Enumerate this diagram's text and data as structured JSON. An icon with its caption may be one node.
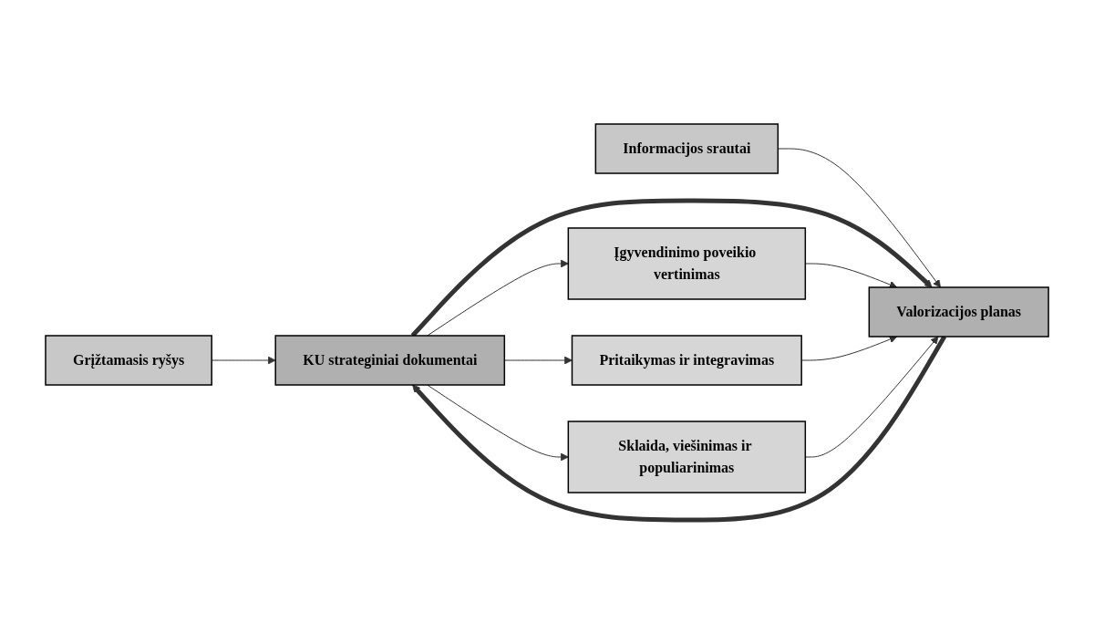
{
  "diagram": {
    "nodes": [
      {
        "text": [
          "Grįžtamasis ryšys"
        ]
      },
      {
        "text": [
          "Informacijos srautai"
        ]
      },
      {
        "text": [
          "KU strateginiai dokumentai"
        ]
      },
      {
        "text": [
          "Įgyvendinimo poveikio vertinimas"
        ]
      },
      {
        "text": [
          "Pritaikymas ir integravimas"
        ]
      },
      {
        "text": [
          "Sklaida, viešinimas ir populiarinimas"
        ]
      },
      {
        "text": [
          "Valorizacijos planas"
        ]
      }
    ],
    "edges": [
      {
        "from": 0,
        "to": 2,
        "arrow": "to"
      },
      {
        "from": 6,
        "to": 2,
        "arrow": "to",
        "style": "thick"
      },
      {
        "from": 1,
        "to": 6,
        "arrow": "to"
      },
      {
        "from": 2,
        "to": 6,
        "arrow": "to",
        "style": "thick"
      },
      {
        "from": 2,
        "to": 3,
        "arrow": "to"
      },
      {
        "from": 2,
        "to": 4,
        "arrow": "to"
      },
      {
        "from": 2,
        "to": 5,
        "arrow": "to"
      },
      {
        "from": 3,
        "to": 6,
        "arrow": "to"
      },
      {
        "from": 4,
        "to": 6,
        "arrow": "to"
      },
      {
        "from": 5,
        "to": 6,
        "arrow": "to"
      }
    ]
  }
}
